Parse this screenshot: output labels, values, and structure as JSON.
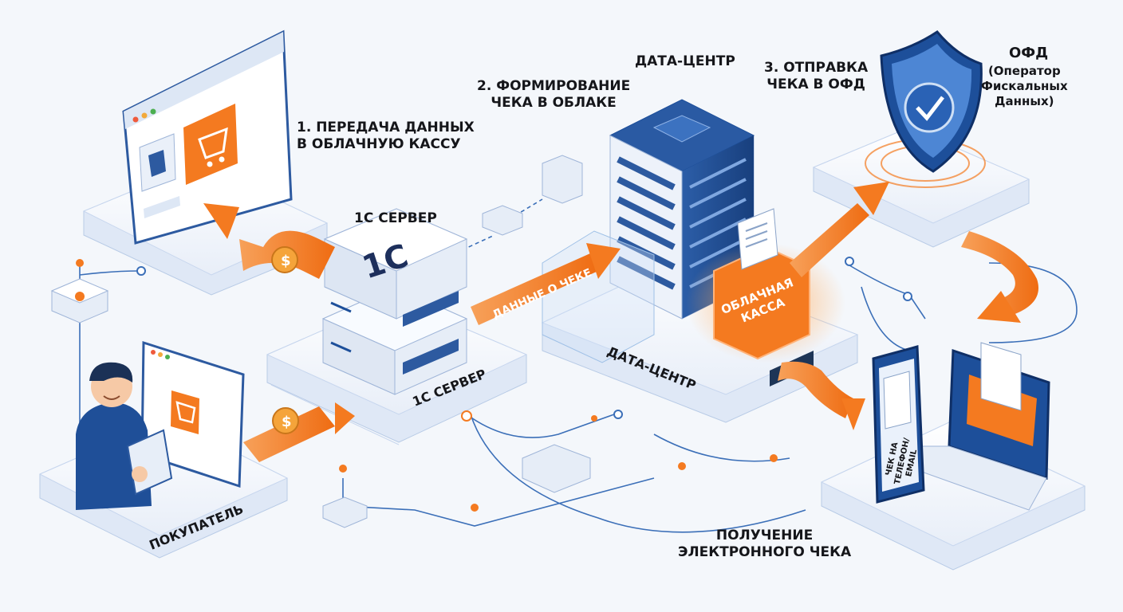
{
  "labels": {
    "step1": "1. ПЕРЕДАЧА ДАННЫХ\nВ ОБЛАЧНУЮ КАССУ",
    "step2": "2. ФОРМИРОВАНИЕ\nЧЕКА В ОБЛАКЕ",
    "step3": "3. ОТПРАВКА\nЧЕКА В ОФД",
    "datacenter_top": "ДАТА-ЦЕНТР",
    "datacenter_platform": "ДАТА-ЦЕНТР",
    "ofd_title": "ОФД",
    "ofd_subtitle": "(Оператор\nФискальных\nДанных)",
    "server_top": "1С СЕРВЕР",
    "server_platform": "1С СЕРВЕР",
    "data_arrow": "ДАННЫЕ О ЧЕКЕ",
    "cloud_cash": "ОБЛАЧНАЯ\nКАССА",
    "buyer": "ПОКУПАТЕЛЬ",
    "phone_receipt": "ЧЕК НА\nТЕЛЕФОН/\nEMAIL",
    "receive": "ПОЛУЧЕНИЕ\nЭЛЕКТРОННОГО ЧЕКА",
    "logo_1c": "1С",
    "coin": "$"
  },
  "colors": {
    "accent_orange": "#f47a20",
    "brand_blue": "#1d4f9a",
    "line_blue": "#3b6fb8",
    "platform": "#ffffff",
    "platform_edge": "#c7d6ee",
    "background": "#f4f7fb"
  },
  "icons": [
    "shopping-cart-icon",
    "shield-check-icon",
    "server-rack-icon",
    "coin-dollar-icon",
    "receipt-icon",
    "envelope-icon",
    "laptop-icon",
    "smartphone-icon",
    "tablet-icon",
    "person-icon",
    "network-node-icon"
  ]
}
